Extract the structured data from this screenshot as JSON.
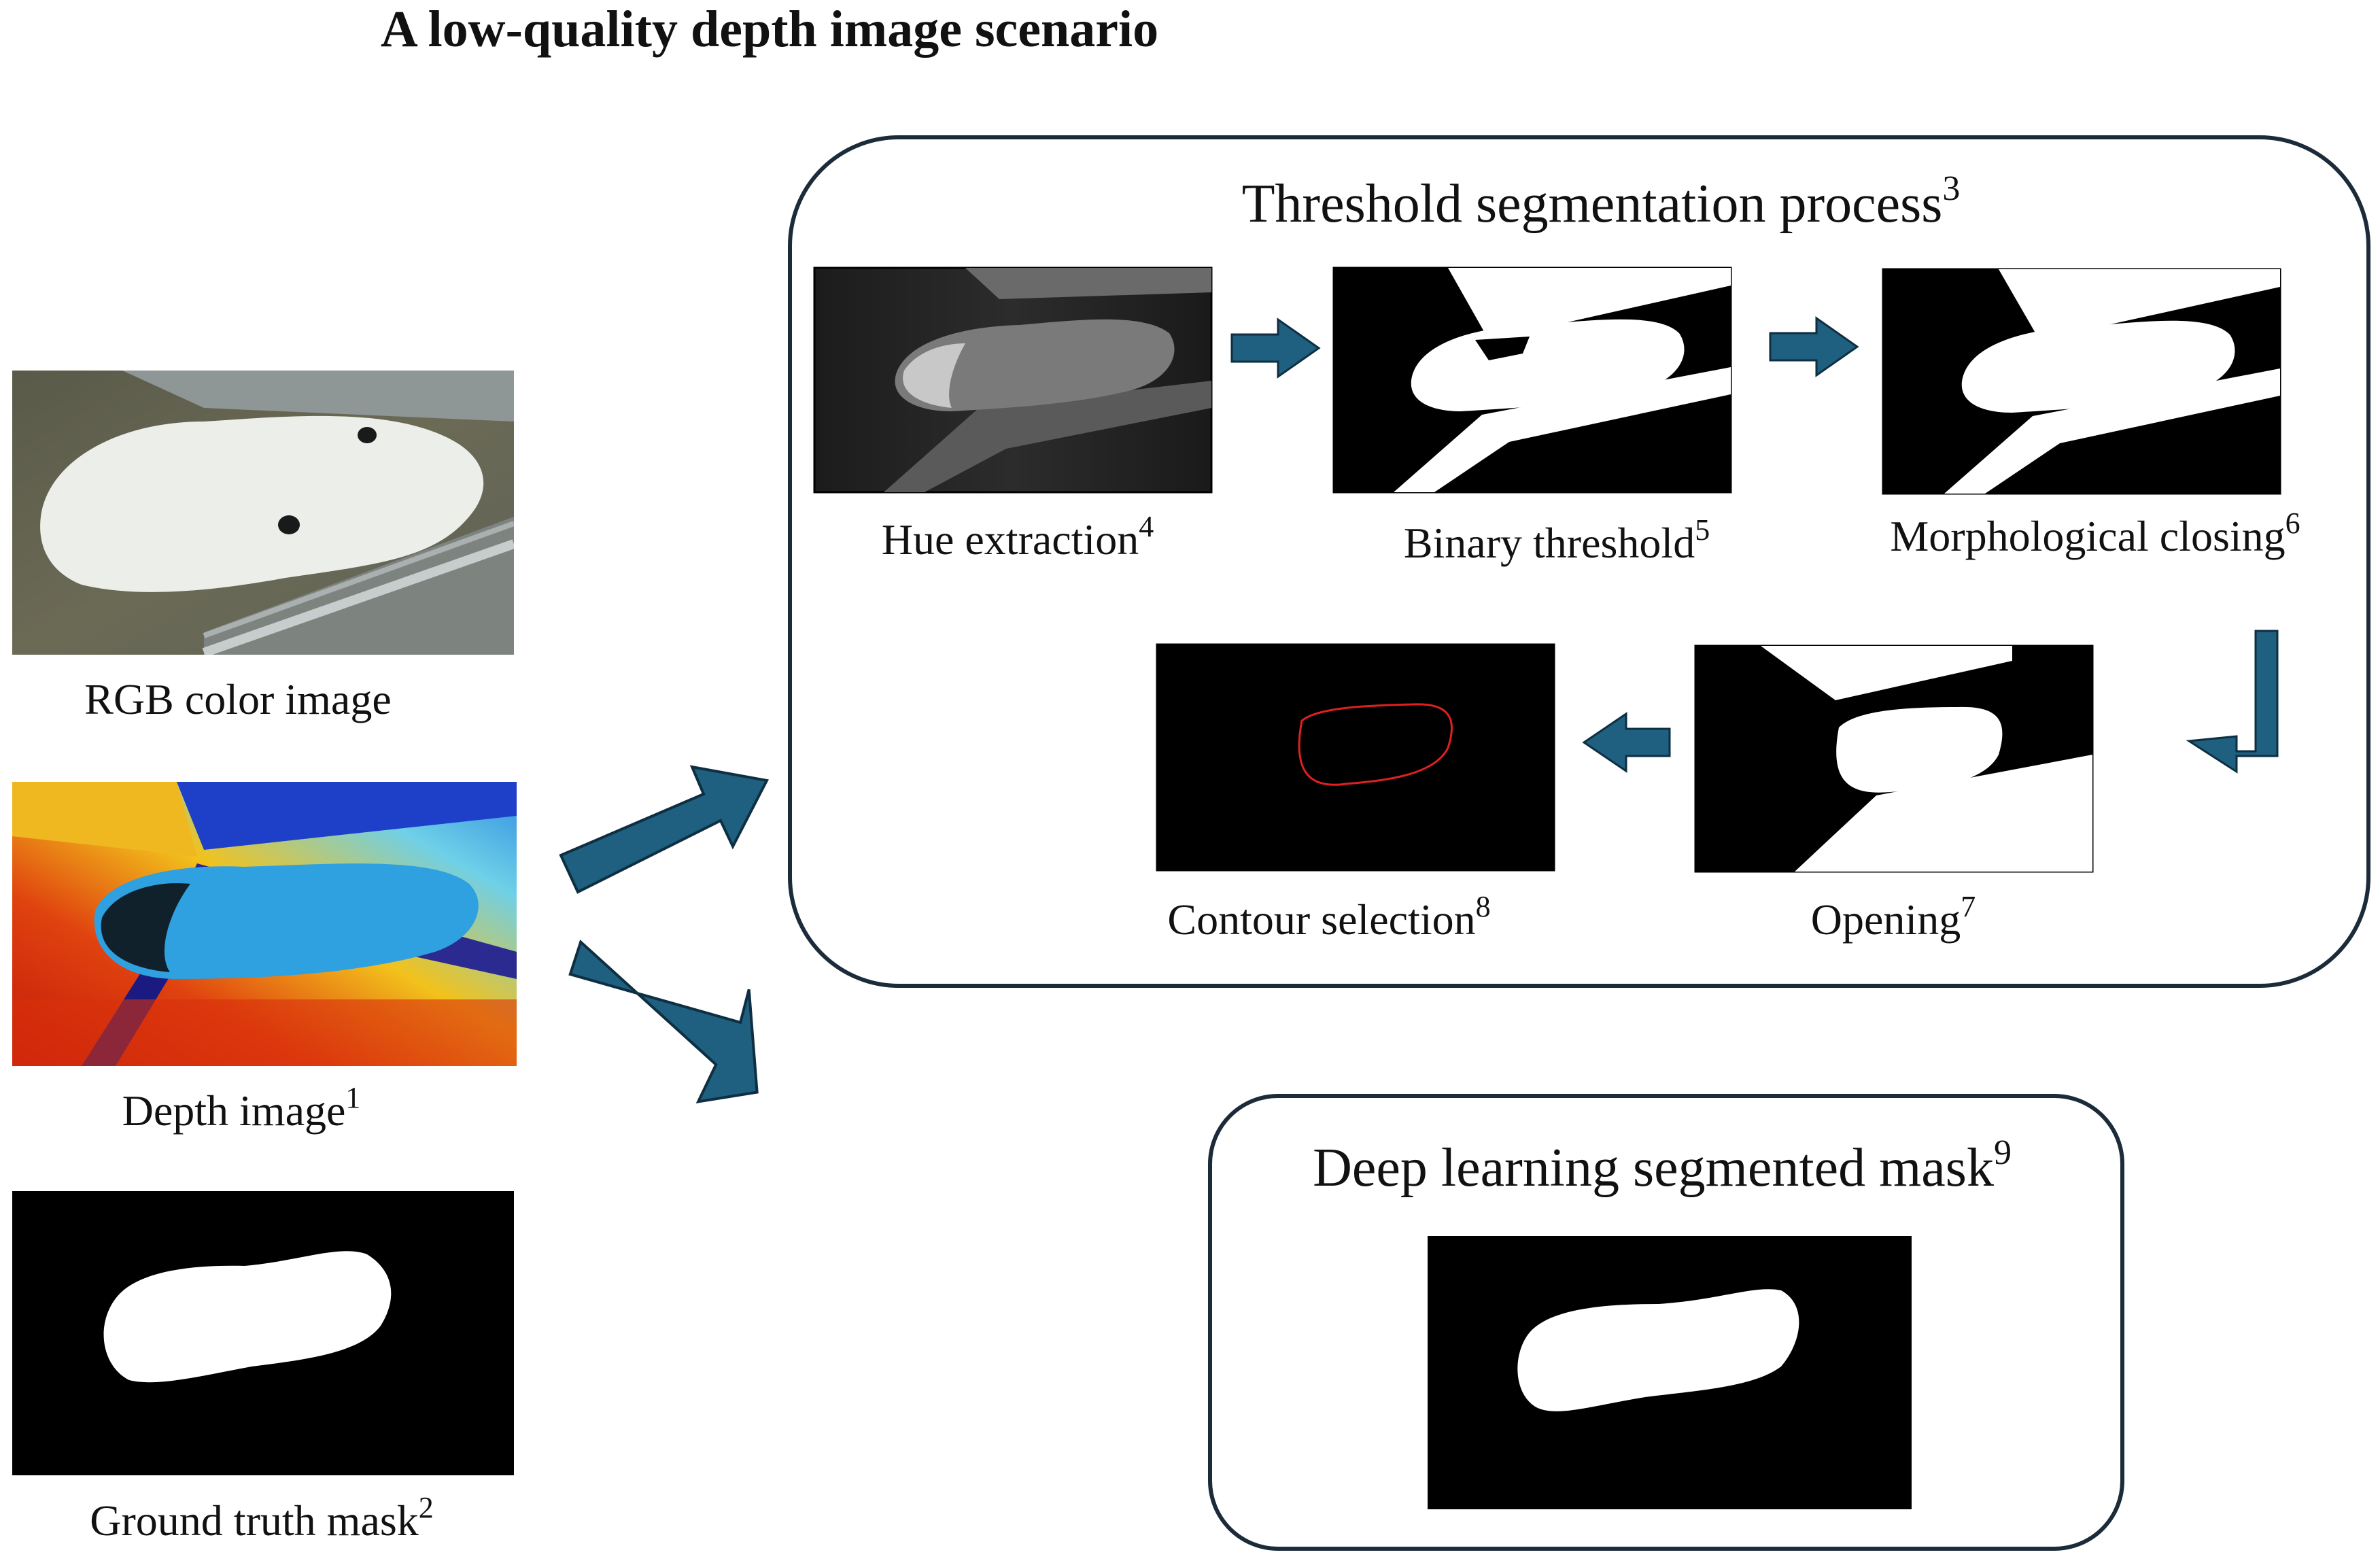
{
  "title": "A low-quality depth image scenario",
  "inputs": {
    "rgb": "RGB color image",
    "depth": "Depth image",
    "depth_sup": "1",
    "gt": "Ground truth mask",
    "gt_sup": "2"
  },
  "threshold_panel": {
    "title": "Threshold segmentation process",
    "title_sup": "3",
    "steps": [
      {
        "label": "Hue extraction",
        "sup": "4"
      },
      {
        "label": "Binary threshold",
        "sup": "5"
      },
      {
        "label": "Morphological closing",
        "sup": "6"
      },
      {
        "label": "Opening",
        "sup": "7"
      },
      {
        "label": "Contour selection",
        "sup": "8"
      }
    ]
  },
  "deep_panel": {
    "title": "Deep learning segmented mask",
    "title_sup": "9"
  },
  "colors": {
    "arrow": "#1f5f7f",
    "arrow_stroke": "#0e2f42",
    "panel_border": "#1b2b3a",
    "contour": "#e02020"
  }
}
